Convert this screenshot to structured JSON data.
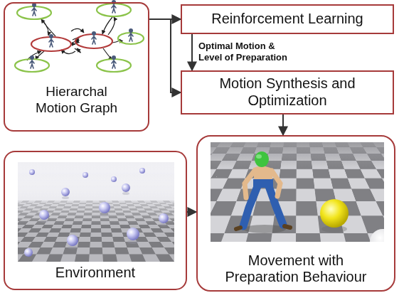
{
  "diagram": {
    "nodes": [
      {
        "text": [
          "Hierarchal Motion Graph"
        ]
      },
      {
        "text": [
          "Reinforcement Learning"
        ]
      },
      {
        "text": [
          "Motion Synthesis and Optimization"
        ]
      },
      {
        "text": [
          "Environment"
        ]
      },
      {
        "text": [
          "Movement with Preparation Behaviour"
        ]
      }
    ],
    "edges": [
      {
        "from": 0,
        "to": 1,
        "arrow": "to"
      },
      {
        "from": 0,
        "to": 2,
        "arrow": "to"
      },
      {
        "from": 1,
        "to": 2,
        "arrow": "to",
        "label": "Optimal Motion & Level of Preparation"
      },
      {
        "from": 2,
        "to": 4,
        "arrow": "to"
      },
      {
        "from": 3,
        "to": 4,
        "arrow": "to"
      }
    ]
  }
}
